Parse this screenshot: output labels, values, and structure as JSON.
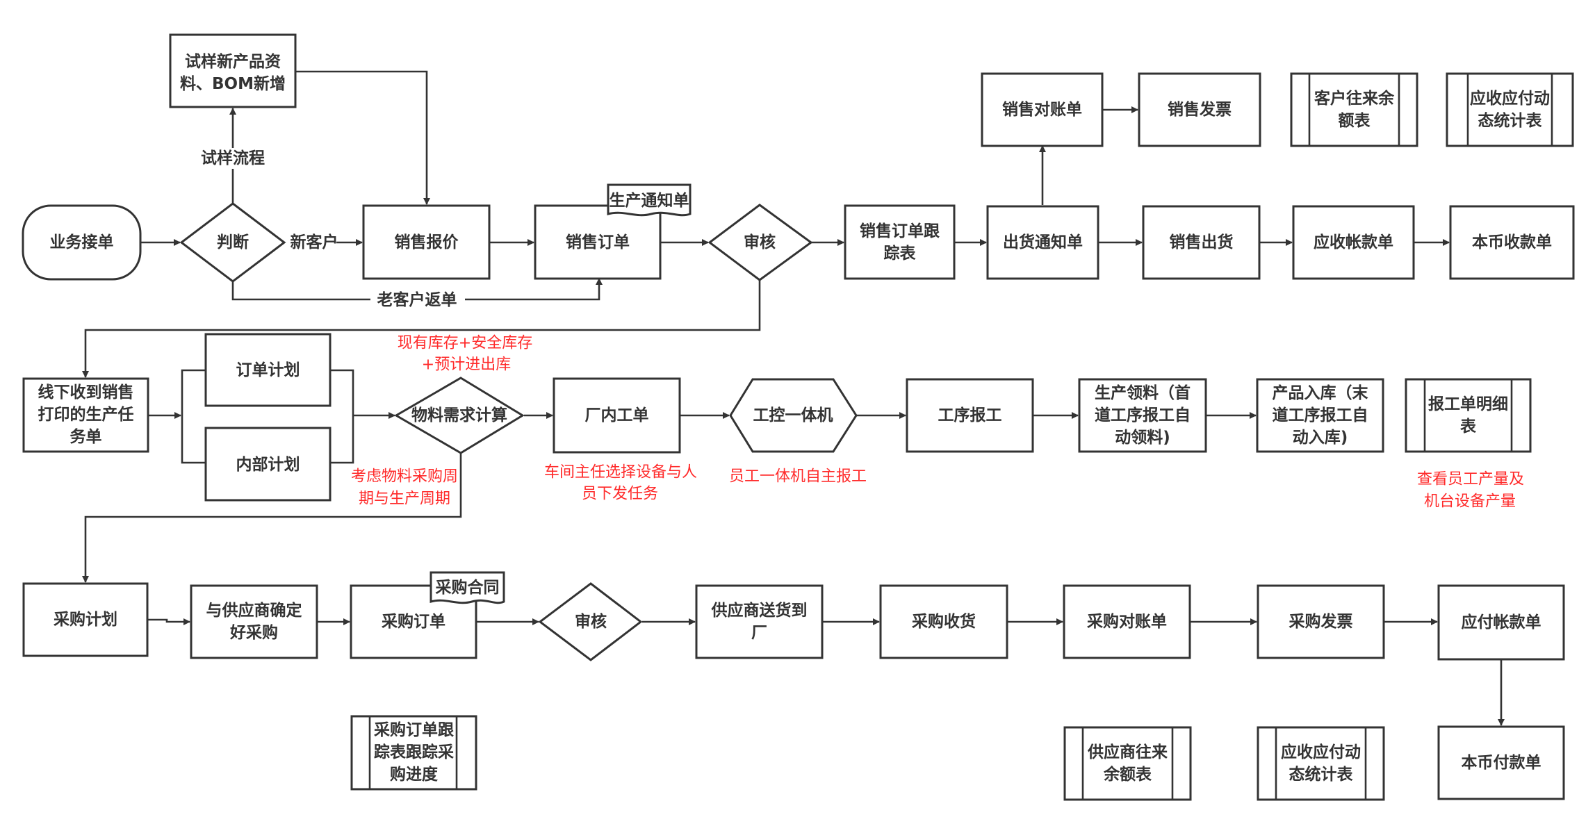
{
  "nodes": {
    "biz": "业务接单",
    "judge": "判断",
    "trial_doc": [
      "试样新产品资",
      "料、BOM新增"
    ],
    "quote": "销售报价",
    "sales_order": "销售订单",
    "prod_notice_tag": "生产通知单",
    "review1": "审核",
    "order_track": [
      "销售订单跟",
      "踪表"
    ],
    "ship_notice": "出货通知单",
    "statement": "销售对账单",
    "invoice": "销售发票",
    "cust_balance": [
      "客户往来余",
      "额表"
    ],
    "ar_ap_stats": [
      "应收应付动",
      "态统计表"
    ],
    "ship": "销售出货",
    "ar": "应收帐款单",
    "receipt": "本币收款单",
    "offline_task": [
      "线下收到销售",
      "打印的生产任",
      "务单"
    ],
    "order_plan": "订单计划",
    "internal_plan": "内部计划",
    "mrp": "物料需求计算",
    "work_order": "厂内工单",
    "ipc": "工控一体机",
    "report": "工序报工",
    "material_issue": [
      "生产领料（首",
      "道工序报工自",
      "动领料)"
    ],
    "stock_in": [
      "产品入库（末",
      "道工序报工自",
      "动入库)"
    ],
    "report_detail": [
      "报工单明细",
      "表"
    ],
    "purchase_plan": "采购计划",
    "confirm_supplier": [
      "与供应商确定",
      "好采购"
    ],
    "po": "采购订单",
    "contract_tag": "采购合同",
    "review2": "审核",
    "supplier_deliver": [
      "供应商送货到",
      "厂"
    ],
    "receive": "采购收货",
    "p_statement": "采购对账单",
    "p_invoice": "采购发票",
    "ap": "应付帐款单",
    "payment": "本币付款单",
    "po_track": [
      "采购订单跟",
      "踪表跟踪采",
      "购进度"
    ],
    "supplier_balance": [
      "供应商往来",
      "余额表"
    ],
    "ar_ap_stats2": [
      "应收应付动",
      "态统计表"
    ]
  },
  "edge_labels": {
    "trial": "试样流程",
    "new_customer": "新客户",
    "old_customer": "老客户返单"
  },
  "notes": {
    "stock_formula": [
      "现有库存+安全库存",
      "+预计进出库"
    ],
    "cycles": [
      "考虑物料采购周",
      "期与生产周期"
    ],
    "workshop": [
      "车间主任选择设备与人",
      "员下发任务"
    ],
    "employee_report": "员工一体机自主报工",
    "output_view": [
      "查看员工产量及",
      "机台设备产量"
    ]
  },
  "colors": {
    "line": "#333333",
    "note": "#ff2a2a",
    "background": "#ffffff"
  }
}
